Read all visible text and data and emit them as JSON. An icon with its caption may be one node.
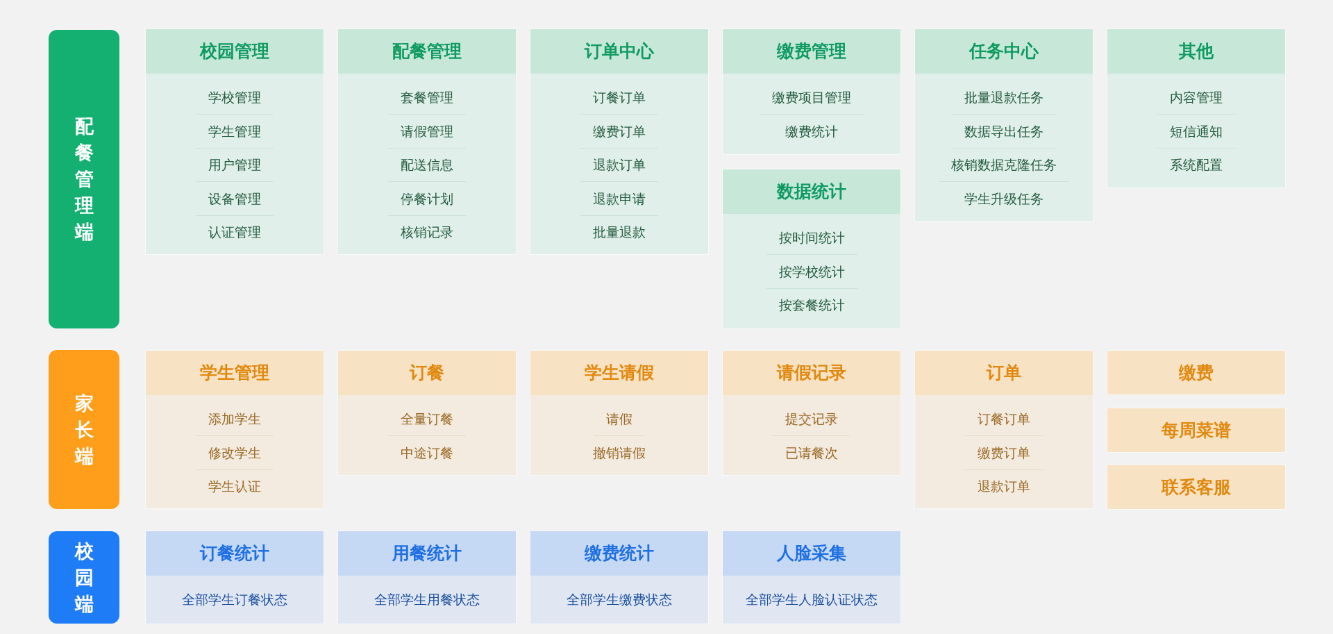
{
  "diagram": {
    "nodes": [
      {
        "text": [
          "配餐管理端"
        ]
      },
      {
        "text": [
          "校园管理",
          "学校管理",
          "学生管理",
          "用户管理",
          "设备管理",
          "认证管理"
        ]
      },
      {
        "text": [
          "配餐管理",
          "套餐管理",
          "请假管理",
          "配送信息",
          "停餐计划",
          "核销记录"
        ]
      },
      {
        "text": [
          "订单中心",
          "订餐订单",
          "缴费订单",
          "退款订单",
          "退款申请",
          "批量退款"
        ]
      },
      {
        "text": [
          "缴费管理",
          "缴费项目管理",
          "缴费统计"
        ]
      },
      {
        "text": [
          "数据统计",
          "按时间统计",
          "按学校统计",
          "按套餐统计"
        ]
      },
      {
        "text": [
          "任务中心",
          "批量退款任务",
          "数据导出任务",
          "核销数据克隆任务",
          "学生升级任务"
        ]
      },
      {
        "text": [
          "其他",
          "内容管理",
          "短信通知",
          "系统配置"
        ]
      },
      {
        "text": [
          "家长端"
        ]
      },
      {
        "text": [
          "学生管理",
          "添加学生",
          "修改学生",
          "学生认证"
        ]
      },
      {
        "text": [
          "订餐",
          "全量订餐",
          "中途订餐"
        ]
      },
      {
        "text": [
          "学生请假",
          "请假",
          "撤销请假"
        ]
      },
      {
        "text": [
          "请假记录",
          "提交记录",
          "已请餐次"
        ]
      },
      {
        "text": [
          "订单",
          "订餐订单",
          "缴费订单",
          "退款订单"
        ]
      },
      {
        "text": [
          "缴费"
        ]
      },
      {
        "text": [
          "每周菜谱"
        ]
      },
      {
        "text": [
          "联系客服"
        ]
      },
      {
        "text": [
          "校园端"
        ]
      },
      {
        "text": [
          "订餐统计",
          "全部学生订餐状态"
        ]
      },
      {
        "text": [
          "用餐统计",
          "全部学生用餐状态"
        ]
      },
      {
        "text": [
          "缴费统计",
          "全部学生缴费状态"
        ]
      },
      {
        "text": [
          "人脸采集",
          "全部学生人脸认证状态"
        ]
      }
    ]
  }
}
